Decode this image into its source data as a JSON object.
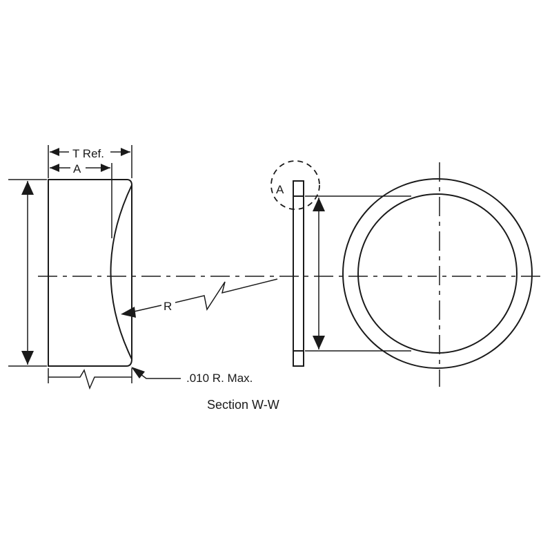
{
  "labels": {
    "t_ref": "T Ref.",
    "a_dim": "A",
    "radius": "R",
    "corner_radius": ".010 R. Max.",
    "detail": "A",
    "section": "Section W-W"
  },
  "colors": {
    "ink": "#1a1a1a",
    "background": "#ffffff"
  }
}
